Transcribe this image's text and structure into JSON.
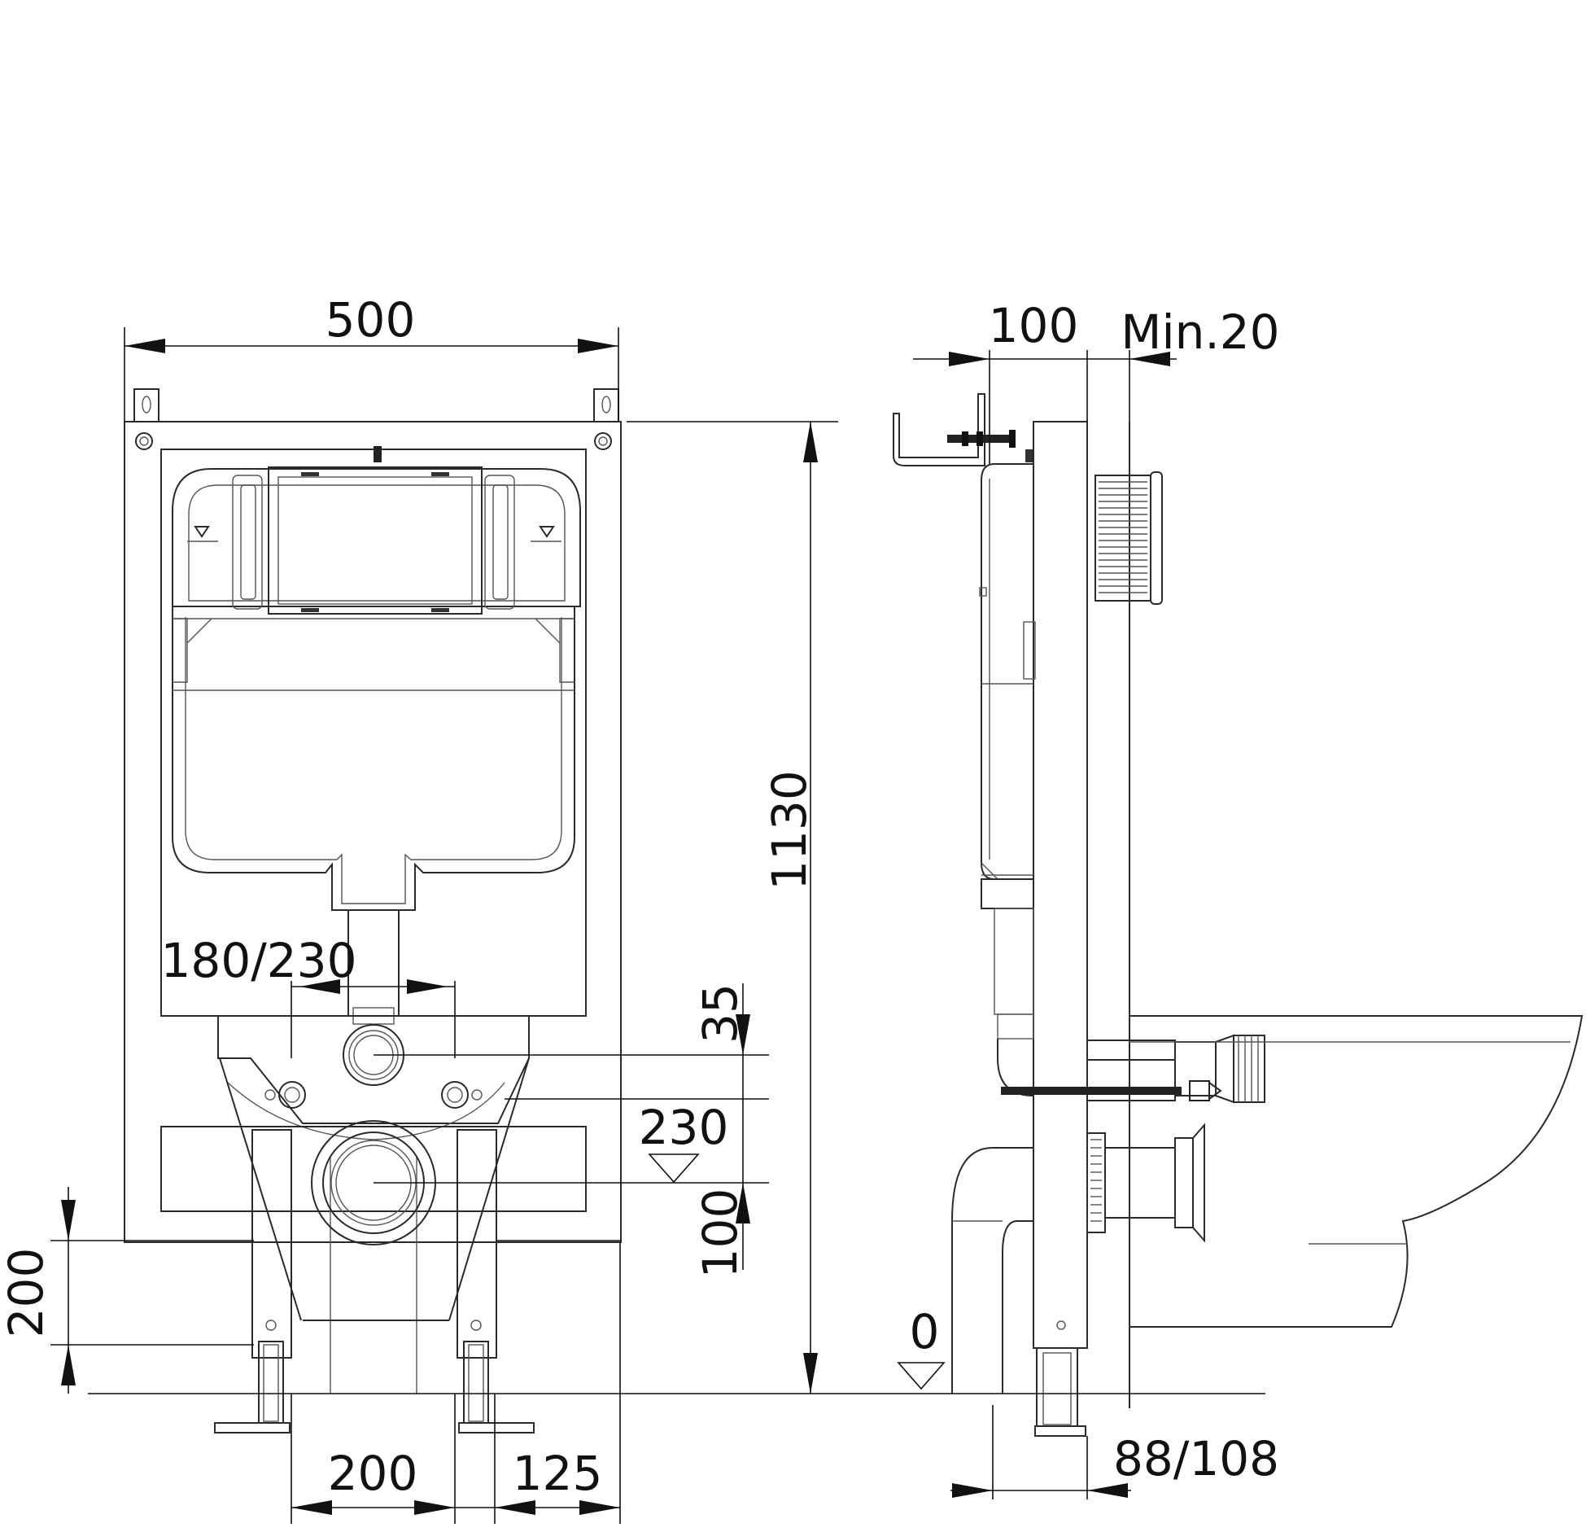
{
  "front_view": {
    "width_label": "500",
    "height_label": "1130",
    "pipe_spacing_label": "180/230",
    "offset_35_label": "35",
    "outlet_height_label": "230",
    "level_100_label": "100",
    "floor_adjust_label": "200",
    "feet_spacing_label": "200",
    "foot_offset_label": "125"
  },
  "side_view": {
    "frame_depth_label": "100",
    "min_wall_label": "Min.20",
    "floor_level_label": "0",
    "offset_label": "88/108"
  }
}
